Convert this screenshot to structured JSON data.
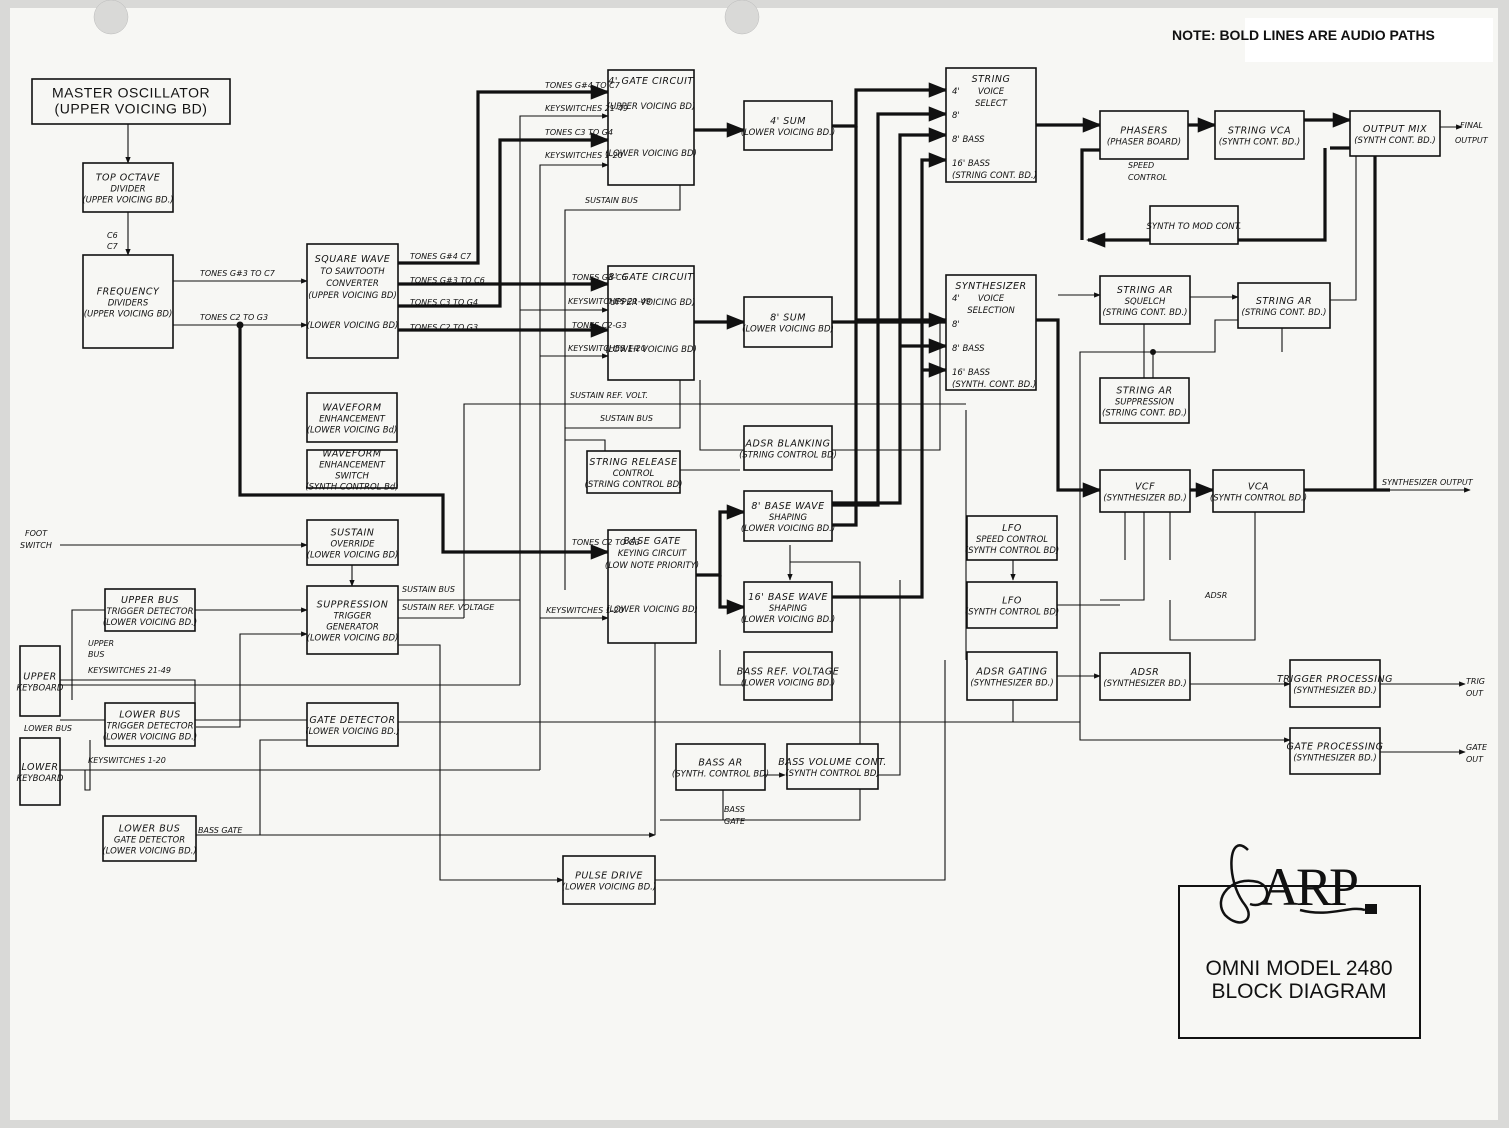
{
  "note": "NOTE: BOLD LINES ARE AUDIO PATHS",
  "title": [
    "OMNI MODEL 2480",
    "BLOCK DIAGRAM"
  ],
  "logo": "ARP",
  "blocks": {
    "master_osc": [
      "MASTER OSCILLATOR",
      "(UPPER VOICING BD)"
    ],
    "top_octave": [
      "TOP OCTAVE",
      "DIVIDER",
      "(UPPER VOICING BD.)"
    ],
    "freq_div": [
      "FREQUENCY",
      "DIVIDERS",
      "(UPPER VOICING BD)"
    ],
    "sq_saw": [
      "SQUARE WAVE",
      "TO SAWTOOTH",
      "CONVERTER",
      "(UPPER VOICING BD)",
      "(LOWER VOICING BD)"
    ],
    "wave_enh": [
      "WAVEFORM",
      "ENHANCEMENT",
      "(LOWER VOICING Bd)"
    ],
    "wave_enh_sw": [
      "WAVEFORM",
      "ENHANCEMENT",
      "SWITCH",
      "(SYNTH CONTROL Bd)"
    ],
    "sustain_ovr": [
      "SUSTAIN",
      "OVERRIDE",
      "(LOWER VOICING BD)"
    ],
    "supp_trig": [
      "SUPPRESSION",
      "TRIGGER",
      "GENERATOR",
      "(LOWER VOICING BD)"
    ],
    "upper_bus_trig": [
      "UPPER BUS",
      "TRIGGER DETECTOR",
      "(LOWER VOICING BD.)"
    ],
    "lower_bus_trig": [
      "LOWER BUS",
      "TRIGGER DETECTOR",
      "(LOWER VOICING BD.)"
    ],
    "lower_bus_gate": [
      "LOWER BUS",
      "GATE DETECTOR",
      "(LOWER VOICING BD.)"
    ],
    "gate_det": [
      "GATE DETECTOR",
      "(LOWER VOICING BD.)"
    ],
    "upper_kb": [
      "UPPER",
      "KEYBOARD"
    ],
    "lower_kb": [
      "LOWER",
      "KEYBOARD"
    ],
    "gate4": [
      "4' GATE CIRCUIT",
      "(UPPER VOICING BD)",
      "(LOWER VOICING BD)"
    ],
    "gate8": [
      "8' GATE CIRCUIT",
      "(UPPER VOICING BD)",
      "(LOWER VOICING BD)"
    ],
    "sum4": [
      "4' SUM",
      "(LOWER VOICING BD.)"
    ],
    "sum8": [
      "8' SUM",
      "(LOWER VOICING BD)"
    ],
    "string_rel": [
      "STRING RELEASE",
      "CONTROL",
      "(STRING CONTROL BD)"
    ],
    "adsr_blank": [
      "ADSR BLANKING",
      "(STRING CONTROL BD)"
    ],
    "base_gate": [
      "BASE GATE",
      "KEYING CIRCUIT",
      "(LOW NOTE PRIORITY)",
      "(LOWER VOICING BD)"
    ],
    "wave8": [
      "8' BASE WAVE",
      "SHAPING",
      "(LOWER VOICING BD.)"
    ],
    "wave16": [
      "16' BASE WAVE",
      "SHAPING",
      "(LOWER VOICING BD.)"
    ],
    "bass_ref": [
      "BASS REF. VOLTAGE",
      "(LOWER VOICING BD.)"
    ],
    "bass_ar": [
      "BASS AR",
      "(SYNTH. CONTROL BD)"
    ],
    "bass_vol": [
      "BASS VOLUME CONT.",
      "(SYNTH CONTROL BD)"
    ],
    "pulse": [
      "PULSE DRIVE",
      "(LOWER VOICING BD.)"
    ],
    "string_vs": [
      "STRING",
      "VOICE",
      "SELECT",
      "4'",
      "8'",
      "8' BASS",
      "16' BASS",
      "(STRING CONT. BD.)"
    ],
    "synth_vs": [
      "SYNTHESIZER",
      "VOICE",
      "SELECTION",
      "4'",
      "8'",
      "8' BASS",
      "16' BASS",
      "(SYNTH. CONT. BD.)"
    ],
    "phasers": [
      "PHASERS",
      "(PHASER BOARD)"
    ],
    "string_vca": [
      "STRING VCA",
      "(SYNTH CONT. BD.)"
    ],
    "output_mix": [
      "OUTPUT MIX",
      "(SYNTH CONT. BD.)"
    ],
    "synth_to_mod": [
      "SYNTH TO MOD CONT."
    ],
    "ar_squelch": [
      "STRING AR",
      "SQUELCH",
      "(STRING CONT. BD.)"
    ],
    "string_ar": [
      "STRING AR",
      "(STRING CONT. BD.)"
    ],
    "ar_supp": [
      "STRING AR",
      "SUPPRESSION",
      "(STRING CONT. BD.)"
    ],
    "vcf": [
      "VCF",
      "(SYNTHESIZER BD.)"
    ],
    "vca": [
      "VCA",
      "(SYNTH CONTROL BD.)"
    ],
    "lfo_speed": [
      "LFO",
      "SPEED CONTROL",
      "(SYNTH CONTROL BD)"
    ],
    "lfo": [
      "LFO",
      "(SYNTH CONTROL BD)"
    ],
    "adsr_gating": [
      "ADSR GATING",
      "(SYNTHESIZER BD.)"
    ],
    "adsr": [
      "ADSR",
      "(SYNTHESIZER BD.)"
    ],
    "trig_proc": [
      "TRIGGER PROCESSING",
      "(SYNTHESIZER BD.)"
    ],
    "gate_proc": [
      "GATE PROCESSING",
      "(SYNTHESIZER BD.)"
    ]
  },
  "labels": {
    "c6c7": [
      "C6",
      "C7"
    ],
    "tones_g3_c7": "TONES G#3 TO C7",
    "tones_c2_g3": "TONES C2 TO G3",
    "sq_tones_g4_c7": "TONES G#4 C7",
    "sq_tones_g3_c6": "TONES G#3 TO C6",
    "sq_tones_c3_g4": "TONES C3 TO G4",
    "sq_tones_c2_g3": "TONES C2 TO G3",
    "g4_tones_g4c7": "TONES G#4 TO C7",
    "g4_ks2149": "KEYSWITCHES 21-49",
    "g4_tones_c3g4": "TONES C3 TO G4",
    "g4_ks120": "KEYSWITCHES 1-20",
    "sustain_bus_top": "SUSTAIN BUS",
    "g8_tones_g3c6": "TONES G3-C6",
    "g8_ks2149": "KEYSWITCHES 21-49",
    "g8_tones_c2g3": "TONES C2-G3",
    "g8_ks120": "KEYSWITCHES 1-20",
    "sustain_ref": "SUSTAIN REF. VOLT.",
    "sustain_bus_mid": "SUSTAIN BUS",
    "tones_c2g3_base": "TONES C2 TO G3",
    "ks_base": "KEYSWITCHES 1-20",
    "sustain_bus_low": "SUSTAIN BUS",
    "sustain_ref_volt": "SUSTAIN REF. VOLTAGE",
    "foot_switch": [
      "FOOT",
      "SWITCH"
    ],
    "upper_bus": [
      "UPPER",
      "BUS"
    ],
    "lower_bus": "LOWER BUS",
    "ks2149": "KEYSWITCHES 21-49",
    "ks120": "KEYSWITCHES 1-20",
    "bass_gate_l": "BASS GATE",
    "bass_gate_r": [
      "BASS",
      "GATE"
    ],
    "speed_control": [
      "SPEED",
      "CONTROL"
    ],
    "final_output": [
      "FINAL",
      "OUTPUT"
    ],
    "synth_output": "SYNTHESIZER OUTPUT",
    "adsr_small": "ADSR",
    "trig_out": [
      "TRIG",
      "OUT"
    ],
    "gate_out": [
      "GATE",
      "OUT"
    ]
  }
}
